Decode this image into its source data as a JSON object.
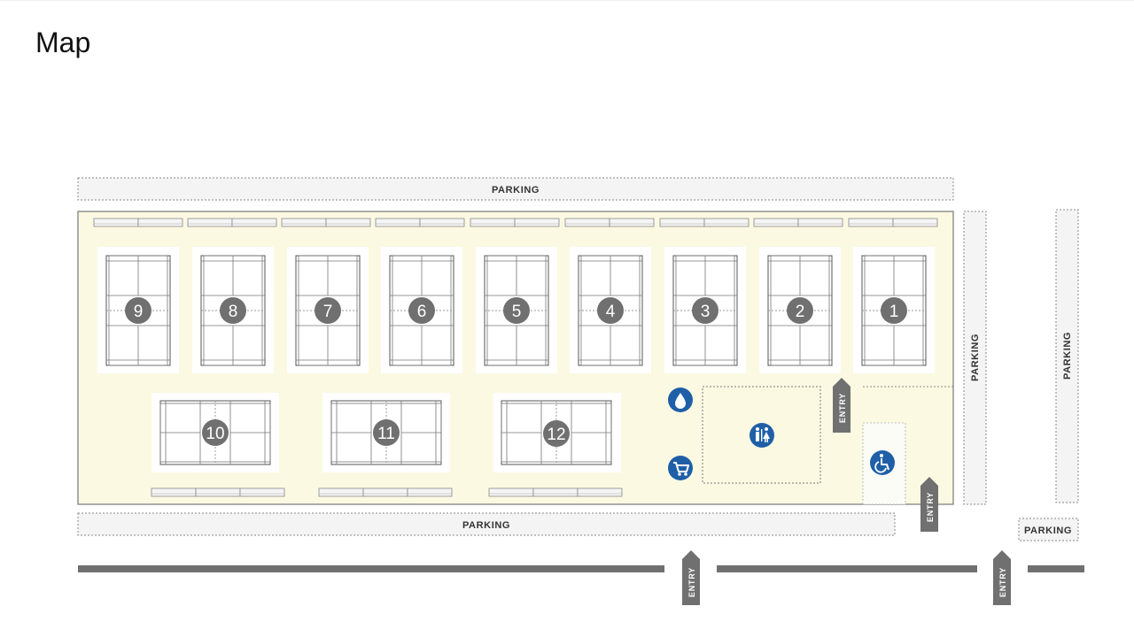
{
  "page": {
    "title": "Map"
  },
  "map": {
    "parking_label": "PARKING",
    "entry_label": "ENTRY",
    "courts_top": [
      "9",
      "8",
      "7",
      "6",
      "5",
      "4",
      "3",
      "2",
      "1"
    ],
    "courts_bottom": [
      "10",
      "11",
      "12"
    ],
    "amenities": {
      "water": "water-drop-icon",
      "shop": "shopping-cart-icon",
      "restrooms": "restroom-icon",
      "accessible": "wheelchair-icon"
    },
    "colors": {
      "floor": "#fcf9e3",
      "marker": "#707070",
      "amenity": "#1f5fa8",
      "road": "#707070",
      "parking_fill": "#f4f4f4"
    }
  }
}
